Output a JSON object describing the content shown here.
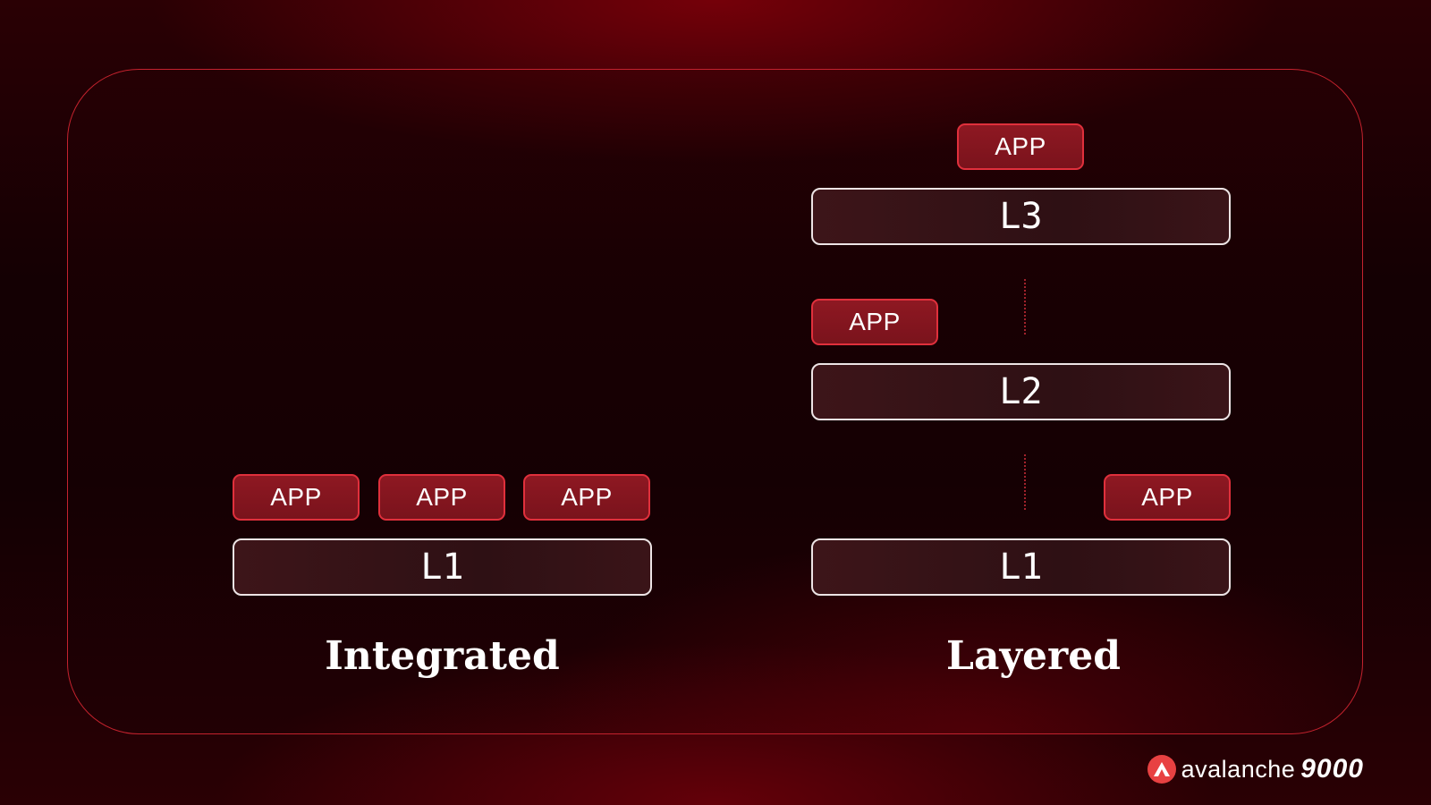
{
  "integrated": {
    "apps": [
      "APP",
      "APP",
      "APP"
    ],
    "layer": "L1",
    "caption": "Integrated"
  },
  "layered": {
    "top_app": "APP",
    "l3": "L3",
    "mid_app": "APP",
    "l2": "L2",
    "low_app": "APP",
    "l1": "L1",
    "caption": "Layered"
  },
  "brand": {
    "word": "avalanche",
    "number": "9000",
    "icon": "avalanche-logo-icon",
    "accent": "#e84142"
  },
  "colors": {
    "frame_border": "#c4222e",
    "app_fill": "#8e1822",
    "app_border": "#e0303c",
    "layer_border": "#ede4e5"
  }
}
